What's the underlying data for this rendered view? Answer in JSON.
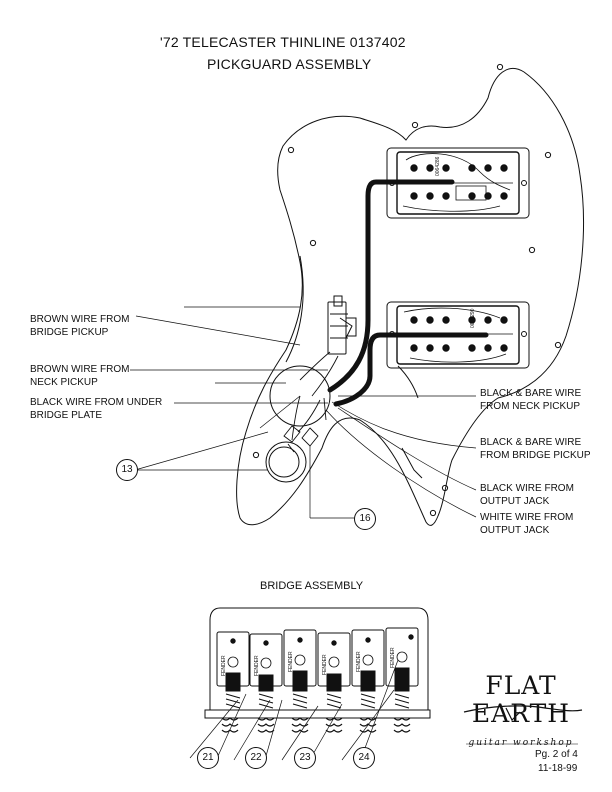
{
  "header": {
    "title_line1": "'72 TELECASTER THINLINE   0137402",
    "title_line2": "PICKGUARD ASSEMBLY"
  },
  "labels": {
    "brown_bridge": [
      "BROWN WIRE FROM",
      "BRIDGE PICKUP"
    ],
    "brown_neck": [
      "BROWN WIRE FROM",
      "NECK PICKUP"
    ],
    "black_plate": [
      "BLACK WIRE FROM UNDER",
      "BRIDGE PLATE"
    ],
    "black_bare_neck": [
      "BLACK & BARE WIRE",
      "FROM NECK PICKUP"
    ],
    "black_bare_bridge": [
      "BLACK & BARE WIRE",
      "FROM BRIDGE PICKUP"
    ],
    "black_output": [
      "BLACK WIRE FROM",
      "OUTPUT JACK"
    ],
    "white_output": [
      "WHITE WIRE FROM",
      "OUTPUT JACK"
    ]
  },
  "pickups": {
    "neck_code": "0064286",
    "bridge_code": "0064290"
  },
  "callouts": {
    "c13": "13",
    "c16": "16",
    "c21": "21",
    "c22": "22",
    "c23": "23",
    "c24": "24"
  },
  "bridge": {
    "title": "BRIDGE ASSEMBLY",
    "saddle_text": "FENDER"
  },
  "brand": {
    "main": "FLAT EARTH",
    "sub": "guitar workshop"
  },
  "footer": {
    "page": "Pg. 2 of 4",
    "date": "11-18-99"
  },
  "colors": {
    "ink": "#111111",
    "paper": "#ffffff"
  }
}
